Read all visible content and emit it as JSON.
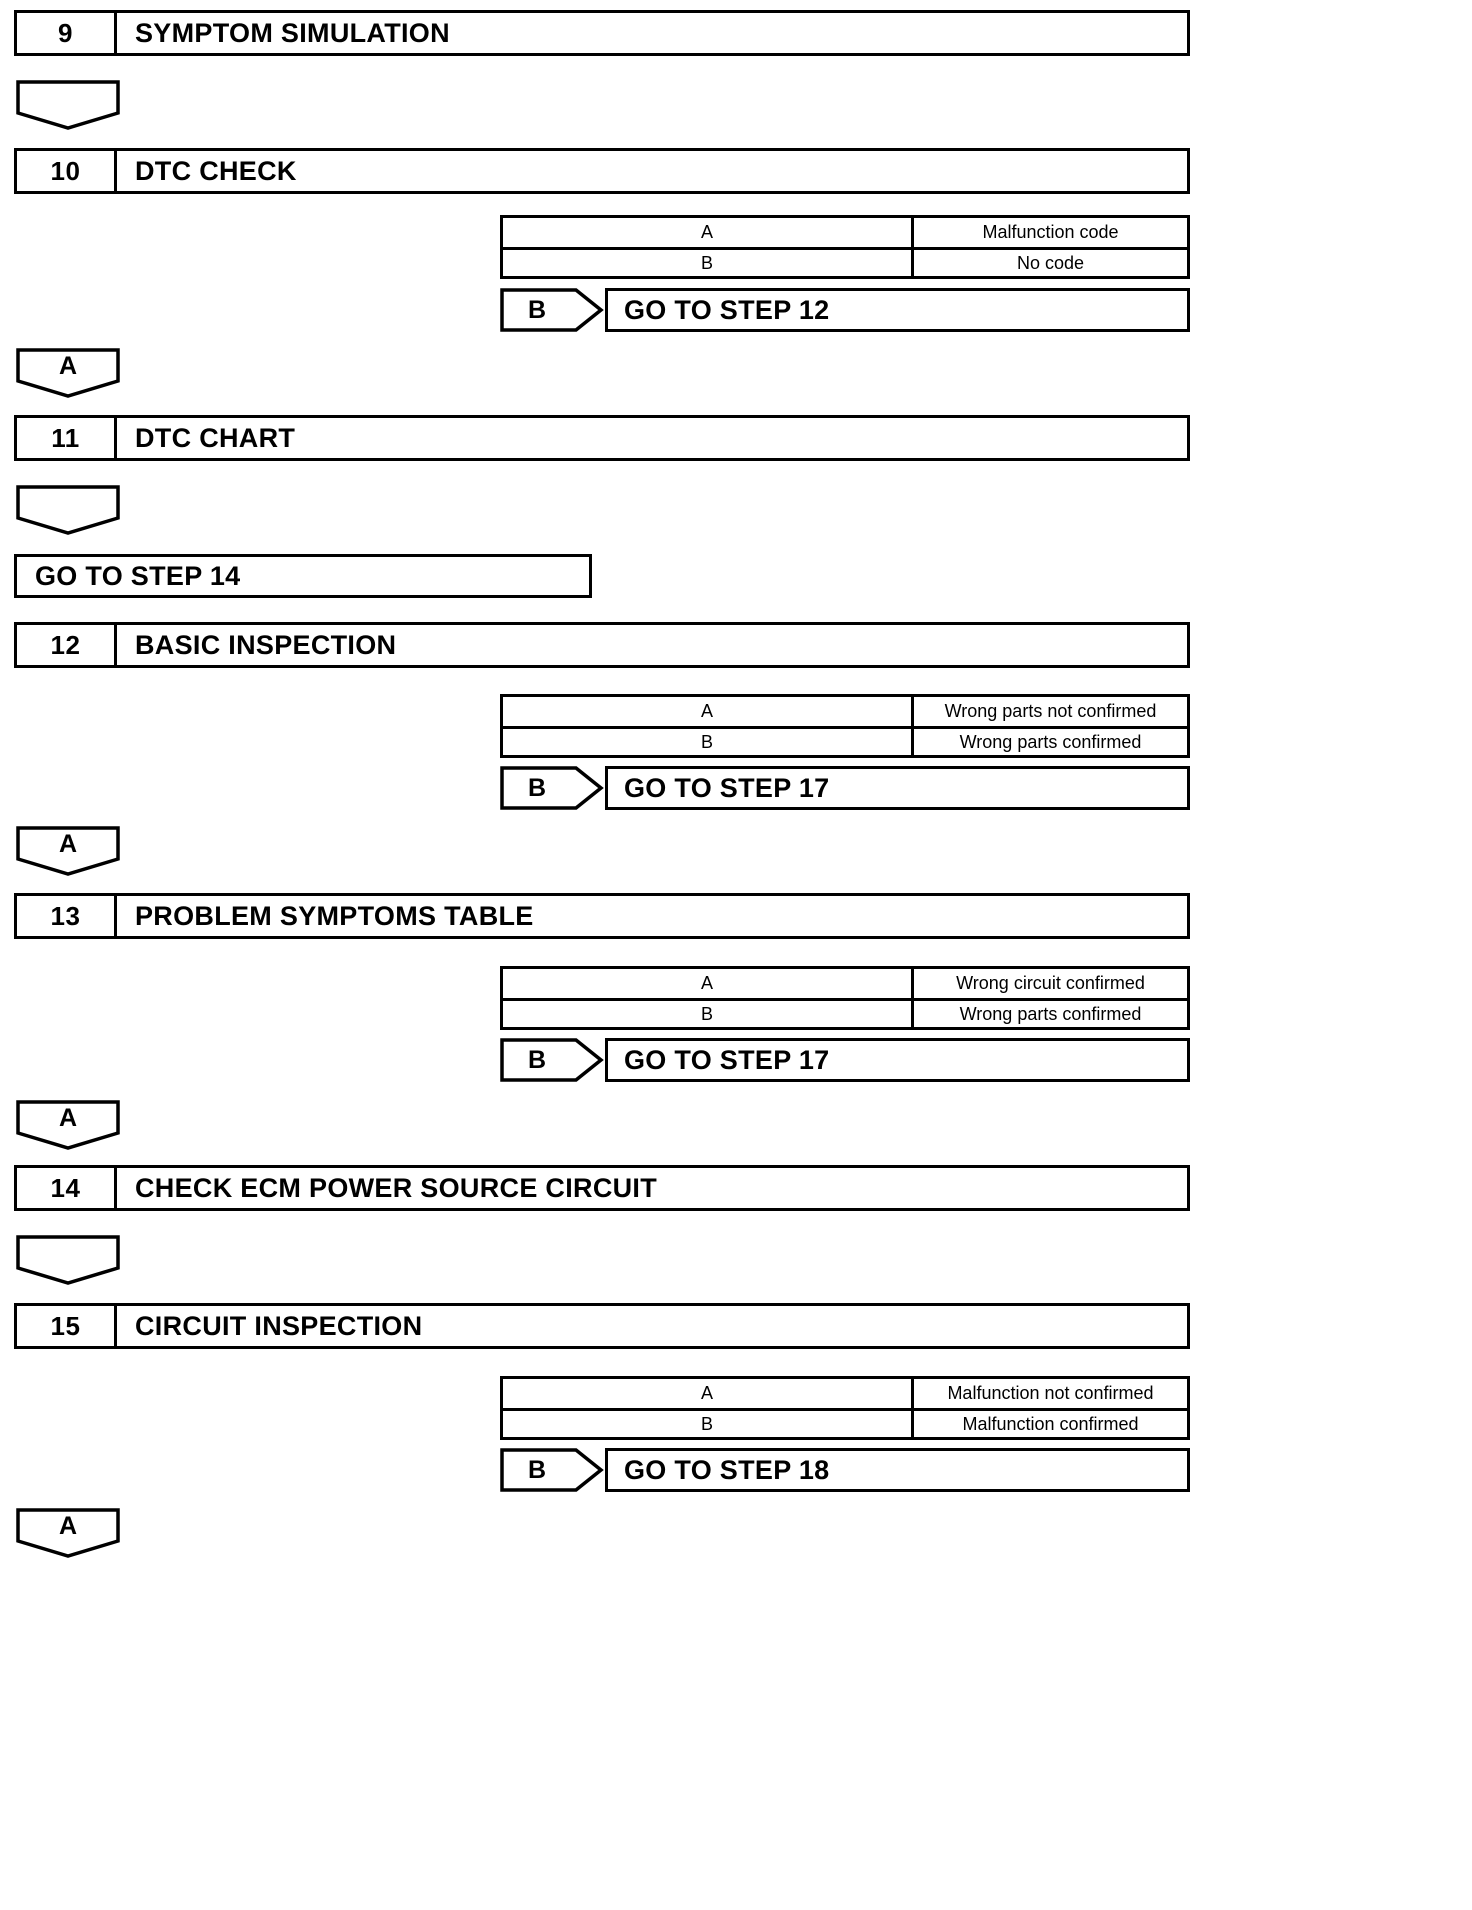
{
  "document": {
    "kind": "troubleshooting-flowchart",
    "title": "Diagnostic Procedure Flow Chart"
  },
  "labels": {
    "result_key_a": "A",
    "result_key_b": "B",
    "connector_a": "A",
    "connector_blank": ""
  },
  "nodes": [
    {
      "id": "step-9",
      "type": "step",
      "number": "9",
      "title": "SYMPTOM SIMULATION"
    },
    {
      "id": "conn-9",
      "type": "connector",
      "label": ""
    },
    {
      "id": "step-10",
      "type": "step",
      "number": "10",
      "title": "DTC CHECK"
    },
    {
      "id": "table-10",
      "type": "result-table",
      "rows": [
        {
          "key": "A",
          "value": "Malfunction code"
        },
        {
          "key": "B",
          "value": "No code"
        }
      ]
    },
    {
      "id": "branch-10",
      "type": "branch",
      "tag": "B",
      "target": "GO TO STEP 12"
    },
    {
      "id": "conn-10a",
      "type": "connector",
      "label": "A"
    },
    {
      "id": "step-11",
      "type": "step",
      "number": "11",
      "title": "DTC CHART"
    },
    {
      "id": "conn-11",
      "type": "connector",
      "label": ""
    },
    {
      "id": "goto-14",
      "type": "plain-bar",
      "title": "GO TO STEP 14"
    },
    {
      "id": "step-12",
      "type": "step",
      "number": "12",
      "title": "BASIC INSPECTION"
    },
    {
      "id": "table-12",
      "type": "result-table",
      "rows": [
        {
          "key": "A",
          "value": "Wrong parts not confirmed"
        },
        {
          "key": "B",
          "value": "Wrong parts confirmed"
        }
      ]
    },
    {
      "id": "branch-12",
      "type": "branch",
      "tag": "B",
      "target": "GO TO STEP 17"
    },
    {
      "id": "conn-12a",
      "type": "connector",
      "label": "A"
    },
    {
      "id": "step-13",
      "type": "step",
      "number": "13",
      "title": "PROBLEM SYMPTOMS TABLE"
    },
    {
      "id": "table-13",
      "type": "result-table",
      "rows": [
        {
          "key": "A",
          "value": "Wrong circuit confirmed"
        },
        {
          "key": "B",
          "value": "Wrong parts confirmed"
        }
      ]
    },
    {
      "id": "branch-13",
      "type": "branch",
      "tag": "B",
      "target": "GO TO STEP 17"
    },
    {
      "id": "conn-13a",
      "type": "connector",
      "label": "A"
    },
    {
      "id": "step-14",
      "type": "step",
      "number": "14",
      "title": "CHECK ECM POWER SOURCE CIRCUIT"
    },
    {
      "id": "conn-14",
      "type": "connector",
      "label": ""
    },
    {
      "id": "step-15",
      "type": "step",
      "number": "15",
      "title": "CIRCUIT INSPECTION"
    },
    {
      "id": "table-15",
      "type": "result-table",
      "rows": [
        {
          "key": "A",
          "value": "Malfunction not confirmed"
        },
        {
          "key": "B",
          "value": "Malfunction confirmed"
        }
      ]
    },
    {
      "id": "branch-15",
      "type": "branch",
      "tag": "B",
      "target": "GO TO STEP 18"
    },
    {
      "id": "conn-15a",
      "type": "connector",
      "label": "A"
    }
  ]
}
